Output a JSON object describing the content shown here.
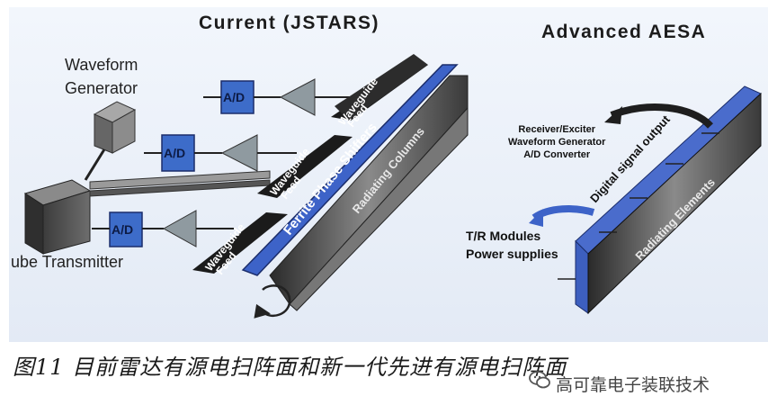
{
  "left_title": "Current (JSTARS)",
  "right_title": "Advanced AESA",
  "waveform_generator": "Waveform\nGenerator",
  "tube_transmitter": "ube Transmitter",
  "ad_label": "A/D",
  "waveguide_feed": "Waveguide\nFeed",
  "ferrite_phase_shifters": "Ferrite Phase Shifters",
  "radiating_columns": "Radiating Columns",
  "receiver_block": "Receiver/Exciter\nWaveform Generator\nA/D Converter",
  "digital_signal_output": "Digital signal output",
  "tr_modules": "T/R Modules\nPower supplies",
  "radiating_elements": "Radiating Elements",
  "caption": "图11  目前雷达有源电扫阵面和新一代先进有源电扫阵面",
  "watermark": "高可靠电子装联技术"
}
